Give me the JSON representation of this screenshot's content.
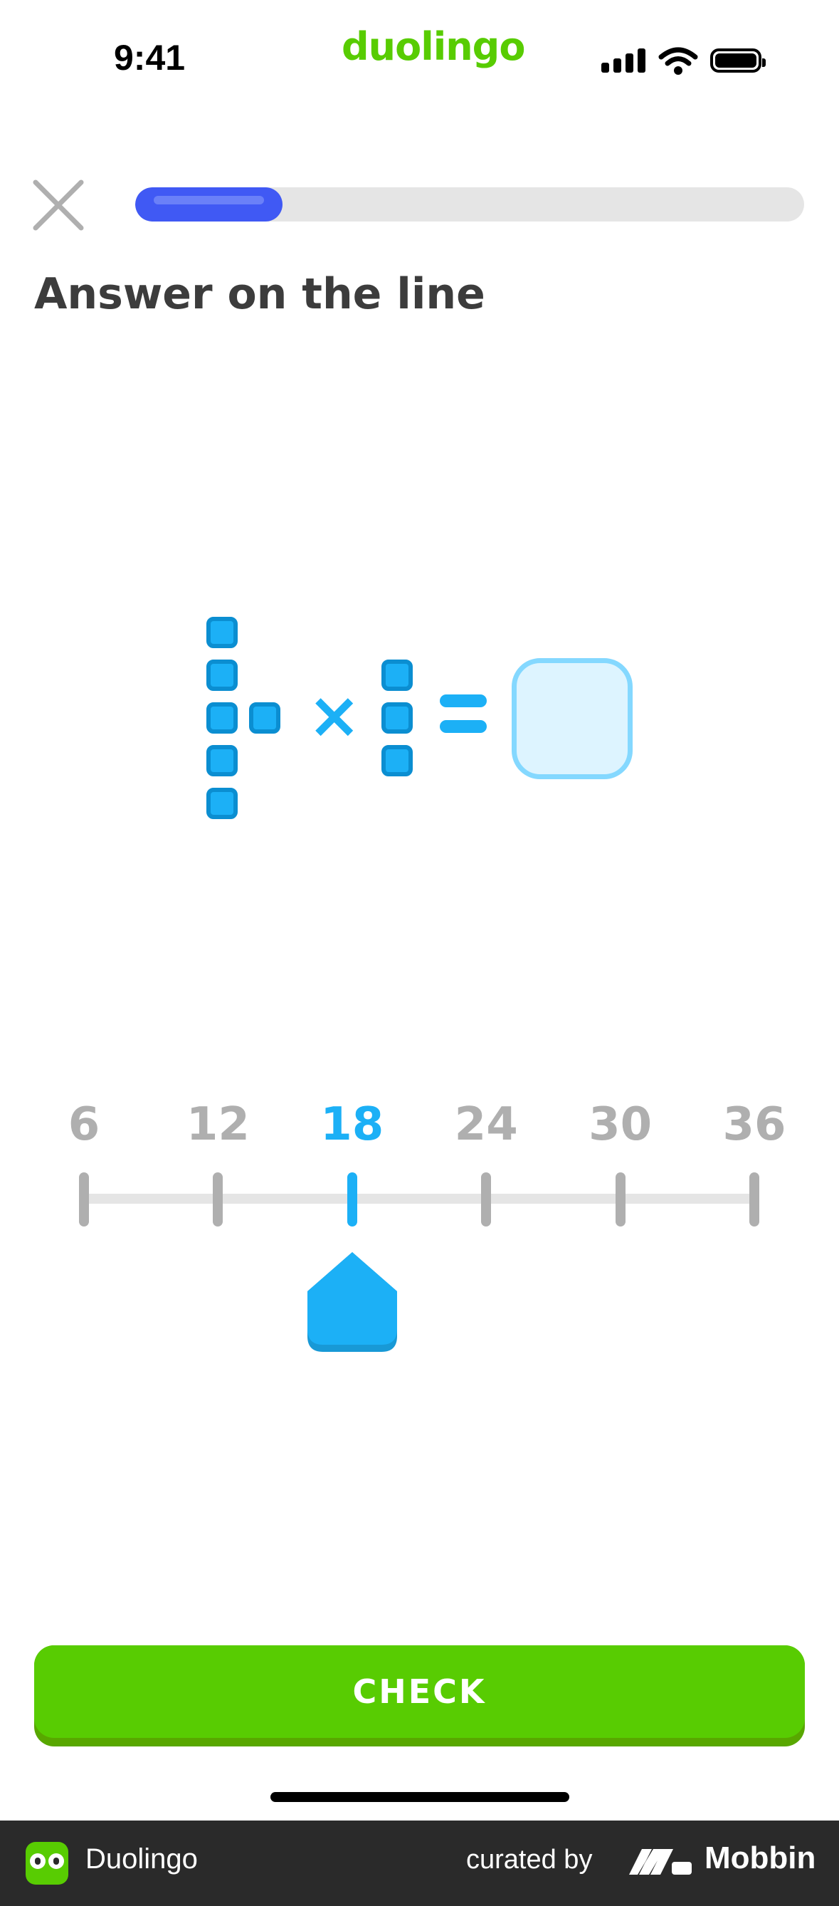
{
  "status_bar": {
    "time": "9:41",
    "brand": "duolingo"
  },
  "lesson": {
    "progress_fraction": 0.22,
    "heading": "Answer on the line"
  },
  "equation": {
    "operator": "×",
    "equals": "="
  },
  "number_line": {
    "ticks": [
      "6",
      "12",
      "18",
      "24",
      "30",
      "36"
    ],
    "selected": "18"
  },
  "check_button": {
    "label": "CHECK"
  },
  "footer": {
    "app_name": "Duolingo",
    "curated_by": "curated by",
    "mobbin": "Mobbin"
  },
  "colors": {
    "brand_green": "#58cc02",
    "accent_blue": "#1cb0f6",
    "progress_blue": "#4059f4"
  }
}
